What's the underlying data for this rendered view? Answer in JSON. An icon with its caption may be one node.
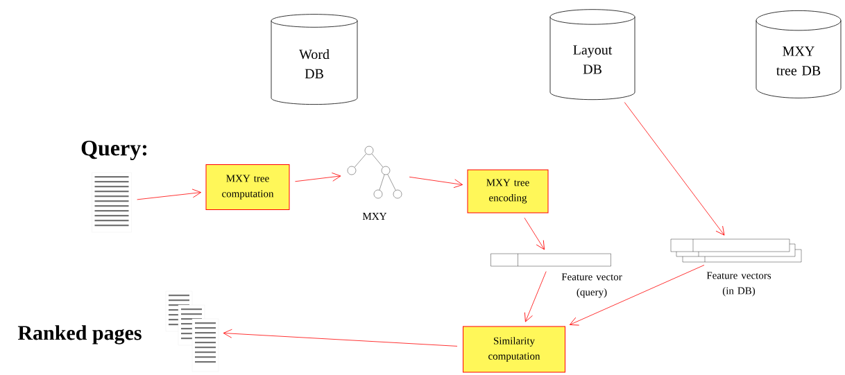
{
  "diagram": {
    "nodes": [
      {
        "text": [
          "Word DB"
        ]
      },
      {
        "text": [
          "Layout DB"
        ]
      },
      {
        "text": [
          "MXY tree DB"
        ]
      },
      {
        "text": [],
        "shape": "picture"
      },
      {
        "text": [
          "MXY tree computation"
        ]
      },
      {
        "text": [],
        "shape": "tree",
        "beside": [
          "MXY"
        ]
      },
      {
        "text": [
          "MXY tree encoding"
        ]
      },
      {
        "text": [],
        "shape": "bar",
        "beside": [
          "Feature vector (query)"
        ]
      },
      {
        "text": [],
        "shape": "bars",
        "beside": [
          "Feature vectors (in DB)"
        ]
      },
      {
        "text": [
          "Similarity computation"
        ]
      },
      {
        "text": [],
        "shape": "picture"
      }
    ],
    "edges": [
      {
        "from": 3,
        "to": 4,
        "arrow": "to"
      },
      {
        "from": 4,
        "to": 5,
        "arrow": "to"
      },
      {
        "from": 5,
        "to": 6,
        "arrow": "to"
      },
      {
        "from": 6,
        "to": 7,
        "arrow": "to"
      },
      {
        "from": 7,
        "to": 9,
        "arrow": "to"
      },
      {
        "from": 1,
        "to": 8,
        "arrow": "to"
      },
      {
        "from": 8,
        "to": 9,
        "arrow": "to"
      },
      {
        "from": 9,
        "to": 10,
        "arrow": "to"
      }
    ],
    "labels": [
      "Query:",
      "Ranked pages"
    ]
  }
}
